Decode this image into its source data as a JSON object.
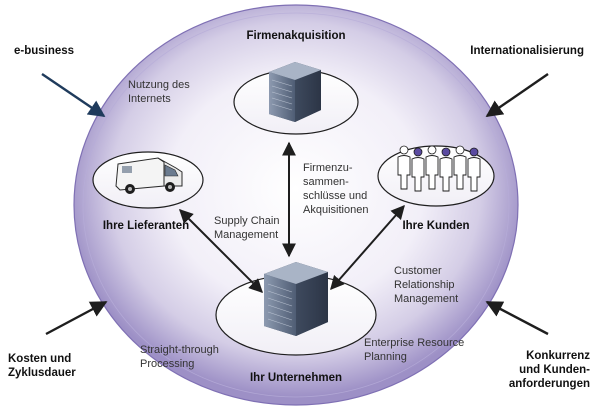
{
  "colors": {
    "ellipse_center": "#ffffff",
    "ellipse_mid": "#d9d3ea",
    "ellipse_edge": "#9a8cc4",
    "ellipse_rim": "#7f70b4",
    "disc_fill": "#ffffff",
    "disc_stroke": "#1e1e1e",
    "arrow": "#1e1e1e",
    "ebusiness_arrow": "#1f3b5c",
    "person_accent": "#5a4aa0",
    "building": "#5f6f86"
  },
  "nodes": {
    "acquisition": {
      "label": "Firmenakquisition",
      "icon": "office-building-icon"
    },
    "suppliers": {
      "label": "Ihre Lieferanten",
      "icon": "delivery-van-icon"
    },
    "customers": {
      "label": "Ihre Kunden",
      "icon": "people-group-icon"
    },
    "company": {
      "label": "Ihr Unternehmen",
      "icon": "office-building-icon"
    }
  },
  "inner_labels": {
    "internet_usage": [
      "Nutzung des",
      "Internets"
    ],
    "mergers": [
      "Firmenzu-",
      "sammen-",
      "schlüsse und",
      "Akquisitionen"
    ],
    "supply_chain": [
      "Supply Chain",
      "Management"
    ],
    "crm": [
      "Customer",
      "Relationship",
      "Management"
    ],
    "stp": [
      "Straight-through",
      "Processing"
    ],
    "erp": [
      "Enterprise Resource",
      "Planning"
    ]
  },
  "external_forces": {
    "ebusiness": [
      "e-business"
    ],
    "internationalization": [
      "Internationalisierung"
    ],
    "cost_cycle": [
      "Kosten und",
      "Zyklusdauer"
    ],
    "competition": [
      "Konkurrenz",
      "und Kunden-",
      "anforderungen"
    ]
  }
}
